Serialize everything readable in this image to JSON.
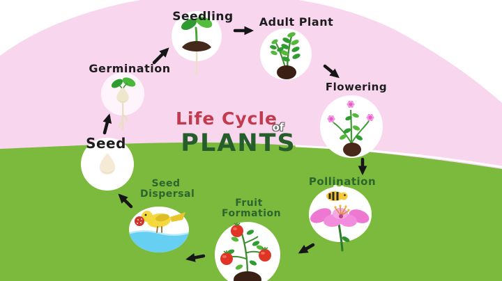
{
  "title": {
    "line1": "Life Cycle",
    "connector": "of",
    "line2": "PLANTS"
  },
  "stages": [
    {
      "label": "Seed",
      "icon": "seed-icon"
    },
    {
      "label": "Germination",
      "icon": "sprouting-seed-icon"
    },
    {
      "label": "Seedling",
      "icon": "seedling-sprout-icon"
    },
    {
      "label": "Adult Plant",
      "icon": "adult-plant-icon"
    },
    {
      "label": "Flowering",
      "icon": "flowering-plant-icon"
    },
    {
      "label": "Pollination",
      "icon": "bee-and-flower-icon"
    },
    {
      "label": "Fruit Formation",
      "icon": "tomato-plant-icon"
    },
    {
      "label": "Seed Dispersal",
      "icon": "bird-with-berry-icon"
    }
  ],
  "cycle_order": [
    "Seed",
    "Germination",
    "Seedling",
    "Adult Plant",
    "Flowering",
    "Pollination",
    "Fruit Formation",
    "Seed Dispersal"
  ],
  "colors": {
    "background_pink": "#f8d7ee",
    "grass_green": "#7cba3e",
    "circle_white": "#ffffff",
    "title_red": "#c23a4e",
    "title_green": "#265e2b",
    "label_black": "#1d1d1d",
    "label_green": "#2c652d",
    "arrow_black": "#161616",
    "water_blue": "#66cff2",
    "soil_brown": "#3a2014",
    "flower_pink": "#ee72d4",
    "tomato_red": "#df3526",
    "bird_yellow": "#f3d83e"
  }
}
